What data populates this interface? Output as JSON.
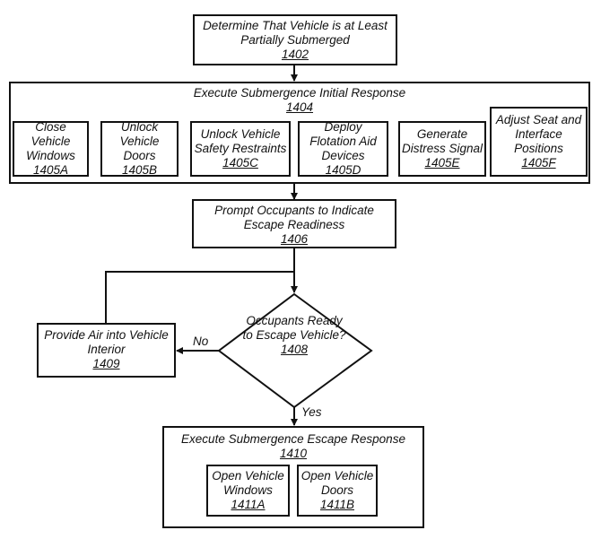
{
  "diagram": {
    "step_1402": {
      "text": "Determine That Vehicle is at Least Partially Submerged",
      "ref": "1402"
    },
    "step_1404": {
      "text": "Execute Submergence Initial Response",
      "ref": "1404",
      "substeps": [
        {
          "text": "Close Vehicle Windows",
          "ref": "1405A"
        },
        {
          "text": "Unlock Vehicle Doors",
          "ref": "1405B"
        },
        {
          "text": "Unlock Vehicle Safety Restraints",
          "ref": "1405C"
        },
        {
          "text": "Deploy Flotation Aid Devices",
          "ref": "1405D"
        },
        {
          "text": "Generate Distress Signal",
          "ref": "1405E"
        },
        {
          "text": "Adjust Seat and Interface Positions",
          "ref": "1405F"
        }
      ]
    },
    "step_1406": {
      "text": "Prompt Occupants to Indicate Escape Readiness",
      "ref": "1406"
    },
    "decision_1408": {
      "text": "Occupants Ready to Escape Vehicle?",
      "ref": "1408",
      "no_label": "No",
      "yes_label": "Yes"
    },
    "step_1409": {
      "text": "Provide Air into Vehicle Interior",
      "ref": "1409"
    },
    "step_1410": {
      "text": "Execute Submergence Escape Response",
      "ref": "1410",
      "substeps": [
        {
          "text": "Open Vehicle Windows",
          "ref": "1411A"
        },
        {
          "text": "Open Vehicle Doors",
          "ref": "1411B"
        }
      ]
    }
  }
}
